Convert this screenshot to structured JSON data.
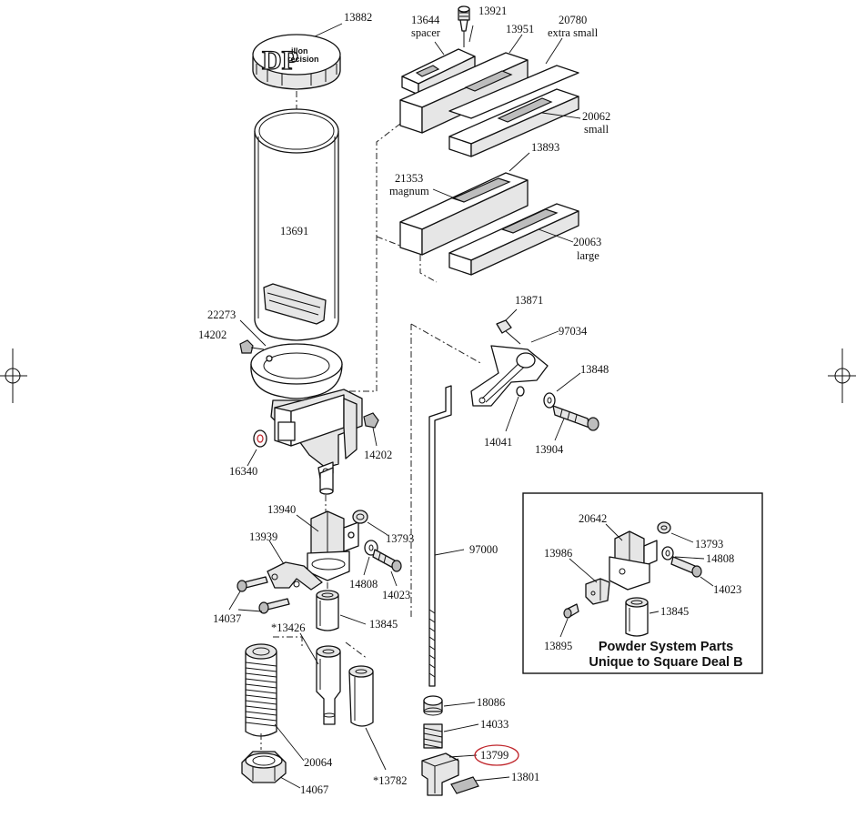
{
  "logo": {
    "monogram": "DP",
    "line1": "illon",
    "line2": "recision"
  },
  "inset": {
    "title_line1": "Powder System Parts",
    "title_line2": "Unique to Square Deal B"
  },
  "labels": {
    "p13882": "13882",
    "p13644": "13644",
    "spacer": "spacer",
    "p13921": "13921",
    "p13951": "13951",
    "p20780": "20780",
    "extra_small": "extra small",
    "p20062": "20062",
    "small": "small",
    "p13893": "13893",
    "p21353": "21353",
    "magnum": "magnum",
    "p20063": "20063",
    "large": "large",
    "p13691": "13691",
    "p22273": "22273",
    "p14202a": "14202",
    "p14202b": "14202",
    "p16340": "16340",
    "p13871": "13871",
    "p97034": "97034",
    "p13848": "13848",
    "p14041": "14041",
    "p13904": "13904",
    "p13940": "13940",
    "p13793": "13793",
    "p13939": "13939",
    "p14808": "14808",
    "p14023": "14023",
    "p14037": "14037",
    "p97000": "97000",
    "p13426": "*13426",
    "p13845": "13845",
    "p20064": "20064",
    "p14067": "14067",
    "p13782": "*13782",
    "p18086": "18086",
    "p14033": "14033",
    "p13799": "13799",
    "p13801": "13801",
    "i20642": "20642",
    "i13793": "13793",
    "i13986": "13986",
    "i14808": "14808",
    "i14023": "14023",
    "i13845": "13845",
    "i13895": "13895"
  },
  "highlight": {
    "part": "13799",
    "color": "#c0272d"
  }
}
